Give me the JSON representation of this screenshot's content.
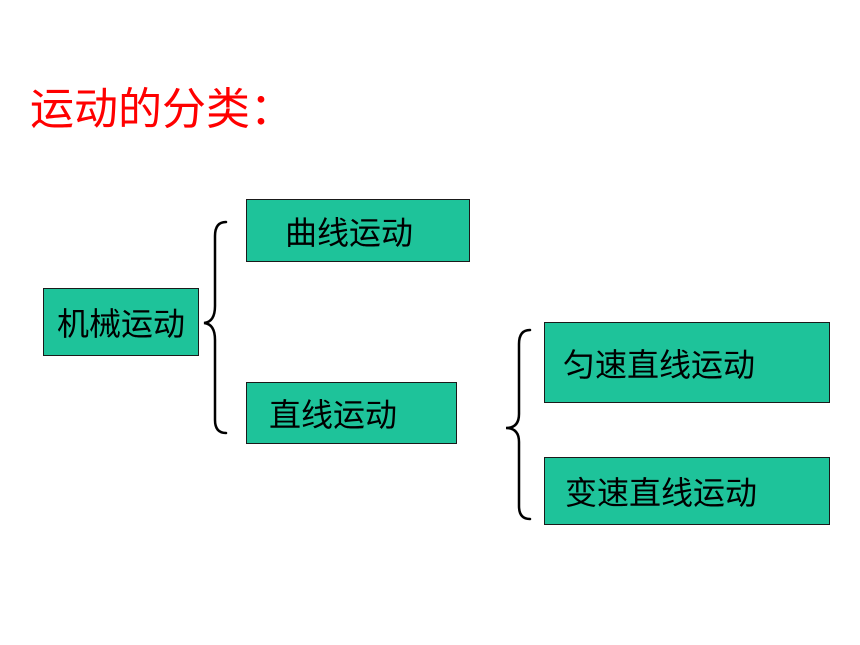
{
  "colors": {
    "title": "#ff0000",
    "node_fill": "#1ec39a",
    "node_border": "#1a1a1a",
    "text": "#000000",
    "background": "#ffffff"
  },
  "title": "运动的分类：",
  "nodes": {
    "root": "机械运动",
    "curve": "曲线运动",
    "straight": "直线运动",
    "uniform": "匀速直线运动",
    "variable": "变速直线运动"
  }
}
